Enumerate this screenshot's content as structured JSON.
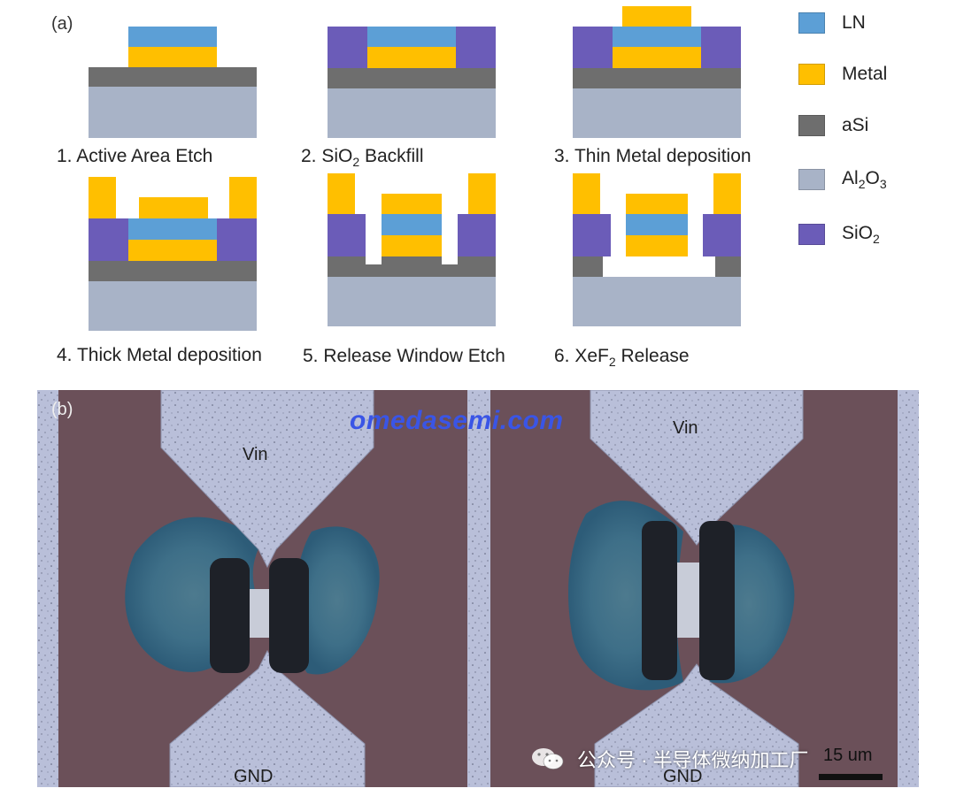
{
  "panel_a": {
    "label": "(a)",
    "steps": [
      {
        "text": "1. Active Area Etch"
      },
      {
        "pre": "2. SiO",
        "sub": "2",
        "post": " Backfill"
      },
      {
        "text": "3. Thin Metal deposition"
      },
      {
        "text": "4. Thick Metal deposition"
      },
      {
        "text": "5. Release Window Etch"
      },
      {
        "pre": "6. XeF",
        "sub": "2",
        "post": " Release"
      }
    ],
    "legend": [
      {
        "parts": [
          "LN"
        ],
        "color": "#5c9fd6"
      },
      {
        "parts": [
          "Metal"
        ],
        "color": "#ffbf00"
      },
      {
        "parts": [
          "aSi"
        ],
        "color": "#6e6e6e"
      },
      {
        "parts": [
          "Al",
          "2",
          "O",
          "3"
        ],
        "color": "#a8b3c7"
      },
      {
        "parts": [
          "SiO",
          "2"
        ],
        "color": "#6b5cb8"
      }
    ]
  },
  "panel_b": {
    "label": "(b)",
    "labels": {
      "vin_left": "Vin",
      "vin_right": "Vin",
      "gnd_left": "GND",
      "gnd_right": "GND"
    },
    "scale_bar_text": "15 um"
  },
  "watermark": "omedasemi.com",
  "wechat_text": "公众号 · 半导体微纳加工厂",
  "colors": {
    "ln": "#5c9fd6",
    "metal": "#ffbf00",
    "asi": "#6e6e6e",
    "al2o3": "#a8b3c7",
    "sio2": "#6b5cb8"
  }
}
